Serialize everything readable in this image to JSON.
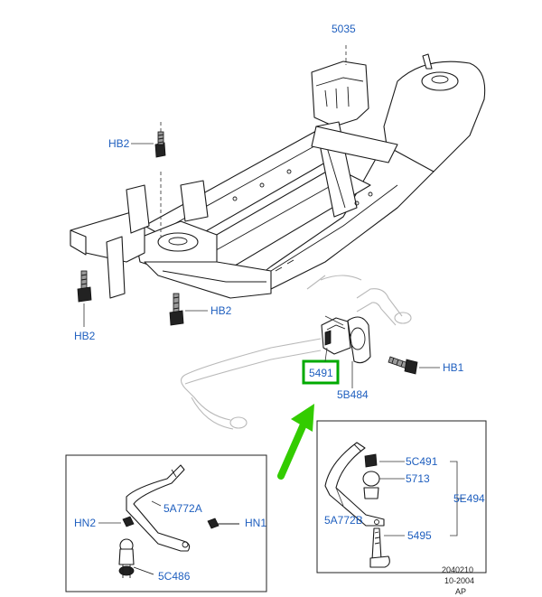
{
  "diagram": {
    "colors": {
      "label": "#1f5fbf",
      "arrow": "#33cc00",
      "highlight": "#00aa00",
      "line": "#1a1a1a",
      "ghost": "#b9b9b9"
    },
    "labels": {
      "subframe": "5035",
      "bolt_top_left": "HB2",
      "bolt_left": "HB2",
      "bolt_center": "HB2",
      "bolt_right": "HB1",
      "stab_bar_part": "5491",
      "bushing_bracket": "5B484"
    },
    "inset_left": {
      "link_part": "5A772A",
      "nut_left": "HN2",
      "nut_right": "HN1",
      "ball_joint": "5C486"
    },
    "inset_right": {
      "link_part": "5A772B",
      "nut": "5C491",
      "bushing": "5713",
      "assembly": "5E494",
      "stud": "5495"
    },
    "footer": {
      "ref_number": "2040210",
      "date": "10-2004",
      "region": "AP"
    }
  }
}
